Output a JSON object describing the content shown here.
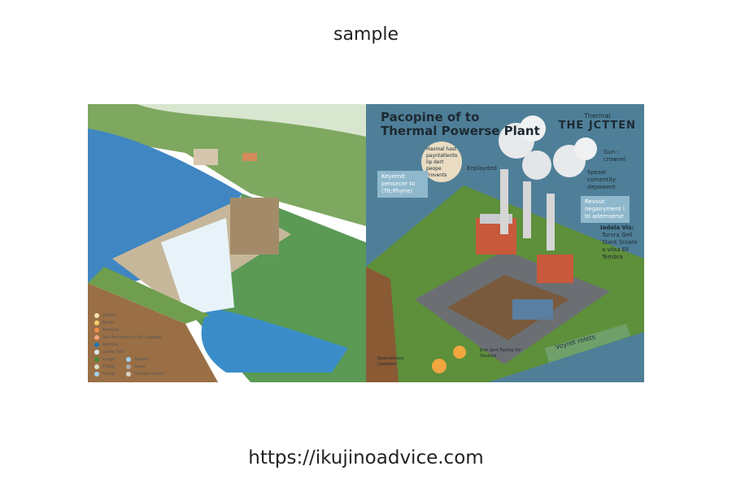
{
  "header": {
    "title": "sample"
  },
  "footer": {
    "url": "https://ikujinoadvice.com"
  },
  "left_image": {
    "subject": "hydroelectric-dam-illustration",
    "legend": [
      "Zaltan",
      "Badle",
      "Matsical",
      "Sell Remstance Unit Lassage",
      "Randtal",
      "Loafly Sott",
      "Lough",
      "Pulble",
      "Pulnal",
      "Reqore",
      "Acoot",
      "Defntal uchent"
    ]
  },
  "right_image": {
    "subject": "thermal-power-plant-illustration",
    "title_line1": "Pacopine of to",
    "title_line2": "Thermal Powerse Plant",
    "logo_small": "Thermal",
    "logo_big": "THE JCTTEN",
    "circle_text": "Hasmal hast payntatlento lip dert peope Frovents",
    "box1": "Keyernit pensecer to (Tit:Phyne)",
    "label_enplayded": "Enplayded",
    "label_gun": "Gun - crownel",
    "label_spesel": "Spesel comentity depowent",
    "box2": "Revout negairyment l to ademserse",
    "label_list_title": "Iadala Vis:",
    "label_list": "Turvra Gell Stant Sroate a vilsa Ell Tembra",
    "bottom_left": "Seoondtnsce Lsoeation",
    "bottom_mid": "Eret Sent Fashlip For Tenshed",
    "banner": "Voyret rolets"
  }
}
